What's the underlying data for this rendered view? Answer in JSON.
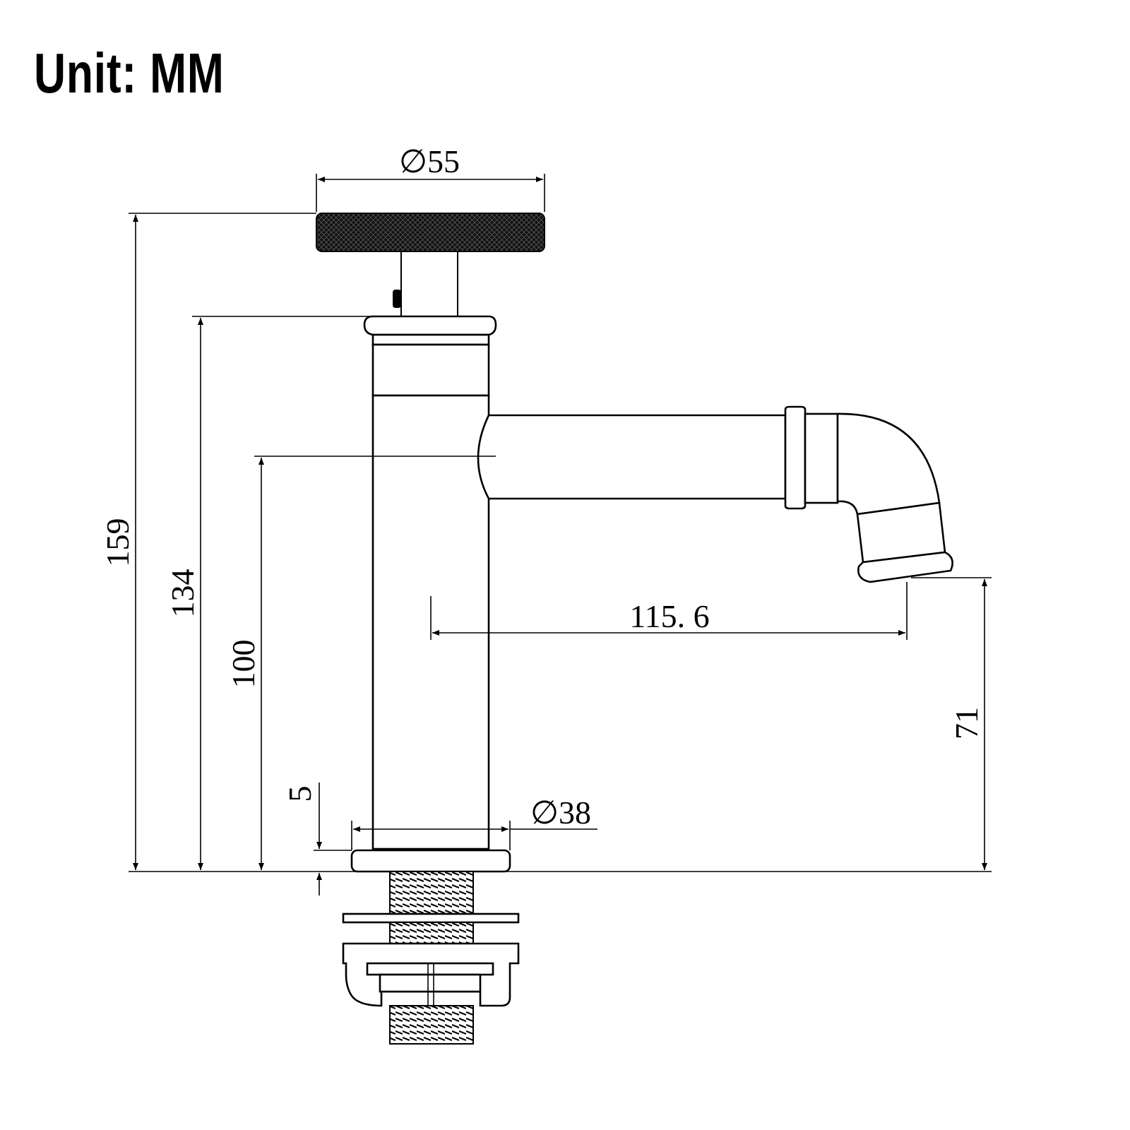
{
  "title": "Unit: MM",
  "dimensions": {
    "handle_diameter": "∅55",
    "total_height": "159",
    "body_height": "134",
    "spout_height": "100",
    "spout_reach": "115. 6",
    "outlet_height": "71",
    "base_thickness": "5",
    "base_diameter": "∅38"
  },
  "colors": {
    "line": "#000000",
    "background": "#ffffff"
  }
}
